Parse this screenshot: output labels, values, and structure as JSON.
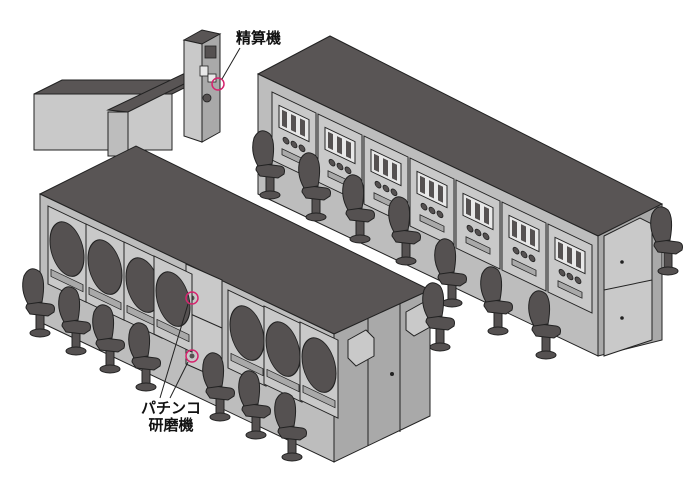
{
  "labels": {
    "settlement_machine": "精算機",
    "pachinko_polisher_line1": "パチンコ",
    "pachinko_polisher_line2": "研磨機"
  },
  "colors": {
    "top": "#595555",
    "side_light": "#c9c9c9",
    "side_mid": "#bdbdbd",
    "side_dark": "#a9a9a9",
    "chair": "#555151",
    "stroke": "#222222",
    "callout": "#d6246e"
  },
  "counts": {
    "back_row_machines": 7,
    "front_row_left_machines": 4,
    "front_row_right_machines": 3,
    "back_row_chairs": 7,
    "front_row_chairs": 7
  }
}
